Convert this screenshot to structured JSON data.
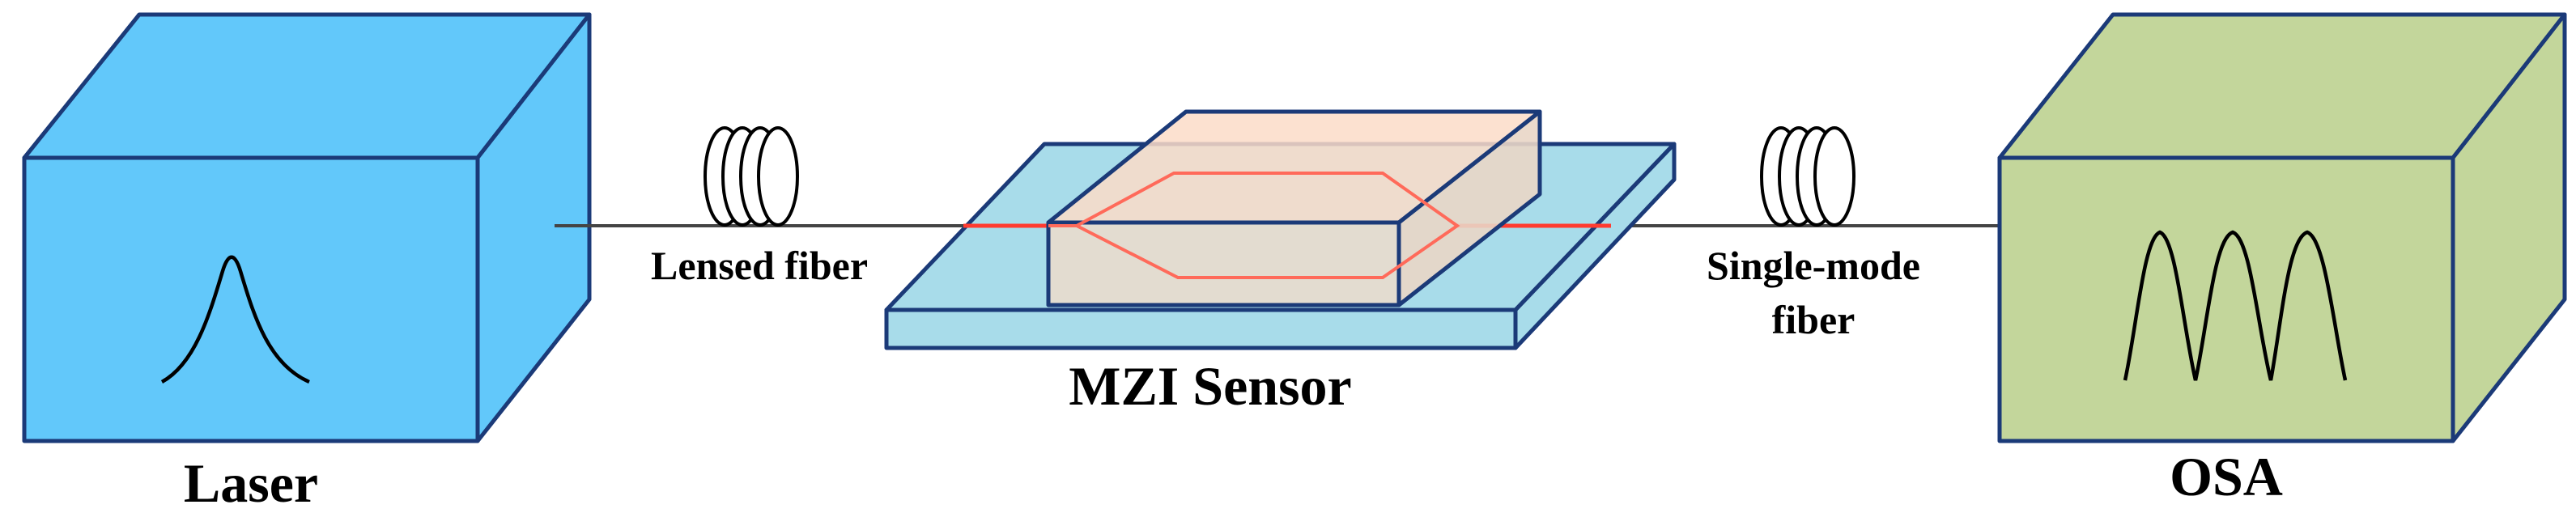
{
  "labels": {
    "laser": "Laser",
    "lensed_fiber": "Lensed fiber",
    "mzi_sensor": "MZI Sensor",
    "single_mode_fiber_line1": "Single-mode",
    "single_mode_fiber_line2": "fiber",
    "osa": "OSA"
  },
  "colors": {
    "laser_box": "#62c8fa",
    "osa_box": "#c3d69b",
    "substrate": "#a8dcea",
    "cladding": "#e3dcd0",
    "cladding_top": "#fbdcc8",
    "waveguide": "#ff6a5a",
    "fiber": "#444444",
    "outline": "#1b3a78"
  }
}
